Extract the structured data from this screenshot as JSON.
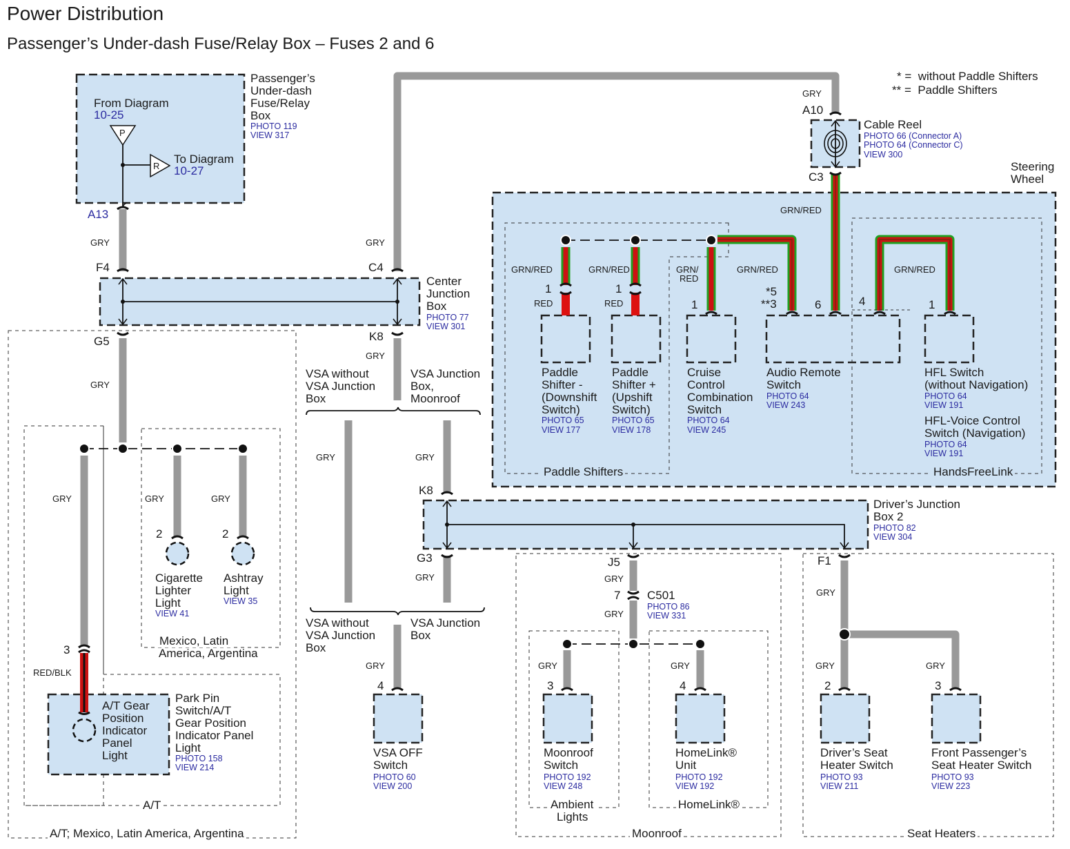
{
  "header": {
    "title": "Power Distribution",
    "subtitle": "Passenger’s Under-dash Fuse/Relay Box – Fuses 2 and 6"
  },
  "legend": {
    "single_star": "* =  without Paddle Shifters",
    "double_star": "** =  Paddle Shifters"
  },
  "colors": {
    "box_fill": "#cfe2f3",
    "wire_gray": "#999999",
    "wire_green": "#1f8f1f",
    "wire_red": "#cc1111",
    "ref_blue": "#2b2ba0"
  },
  "fuse_box": {
    "name": [
      "Passenger’s",
      "Under-dash",
      "Fuse/Relay",
      "Box"
    ],
    "photo": "PHOTO 119",
    "view": "VIEW 317",
    "from_label": "From Diagram",
    "from_ref": "10-25",
    "to_label": "To Diagram",
    "to_ref": "10-27",
    "source_symbol": "P",
    "dest_symbol": "R",
    "out_pin": "A13"
  },
  "center_junction_box": {
    "name": [
      "Center",
      "Junction",
      "Box"
    ],
    "photo": "PHOTO 77",
    "view": "VIEW 301",
    "pins": {
      "in_left": "F4",
      "in_right": "C4",
      "out_left": "G5",
      "out_right": "K8"
    }
  },
  "cable_reel": {
    "name": "Cable Reel",
    "photo_a": "PHOTO 66 (Connector A)",
    "photo_c": "PHOTO 64 (Connector C)",
    "view": "VIEW 300",
    "pin_in": "A10",
    "pin_out": "C3"
  },
  "steering_wheel": {
    "label": [
      "Steering",
      "Wheel"
    ],
    "groups": {
      "paddle": "Paddle Shifters",
      "hfl": "HandsFreeLink"
    },
    "components": [
      {
        "id": "paddle-down",
        "name": [
          "Paddle",
          "Shifter -",
          "(Downshift",
          "Switch)"
        ],
        "photo": "PHOTO 65",
        "view": "VIEW 177",
        "pin": "1",
        "wire_in": "GRN/RED",
        "wire_out": "RED"
      },
      {
        "id": "paddle-up",
        "name": [
          "Paddle",
          "Shifter +",
          "(Upshift",
          "Switch)"
        ],
        "photo": "PHOTO 65",
        "view": "VIEW 178",
        "pin": "1",
        "wire_in": "GRN/RED",
        "wire_out": "RED"
      },
      {
        "id": "cruise",
        "name": [
          "Cruise",
          "Control",
          "Combination",
          "Switch"
        ],
        "photo": "PHOTO 64",
        "view": "VIEW 245",
        "pin": "1",
        "wire": [
          "GRN/",
          "RED"
        ]
      },
      {
        "id": "audio",
        "name": [
          "Audio Remote",
          "Switch"
        ],
        "photo": "PHOTO 64",
        "view": "VIEW 243",
        "pins": [
          "*5",
          "**3",
          "6",
          "4"
        ],
        "wire": "GRN/RED"
      },
      {
        "id": "hfl",
        "name": [
          "HFL Switch",
          "(without Navigation)"
        ],
        "photo": "PHOTO 64",
        "view": "VIEW 191",
        "pin": "1",
        "wire": "GRN/RED",
        "alt_name": [
          "HFL-Voice Control",
          "Switch (Navigation)"
        ],
        "alt_photo": "PHOTO 64",
        "alt_view": "VIEW 191"
      }
    ],
    "main_wire": "GRN/RED"
  },
  "wires": {
    "gry": "GRY",
    "red_blk": "RED/BLK"
  },
  "left_region": {
    "outer_label": "A/T; Mexico, Latin America, Argentina",
    "at_label": "A/T",
    "mexico_label": [
      "Mexico, Latin",
      "America, Argentina"
    ],
    "cig_light": {
      "name": [
        "Cigarette",
        "Lighter",
        "Light"
      ],
      "view": "VIEW 41",
      "pin": "2"
    },
    "ashtray_light": {
      "name": [
        "Ashtray",
        "Light"
      ],
      "view": "VIEW 35",
      "pin": "2"
    },
    "gear_indicator": {
      "inner_name": [
        "A/T Gear",
        "Position",
        "Indicator",
        "Panel",
        "Light"
      ],
      "name": [
        "Park Pin",
        "Switch/A/T",
        "Gear Position",
        "Indicator Panel",
        "Light"
      ],
      "photo": "PHOTO 158",
      "view": "VIEW 214",
      "pin": "3"
    }
  },
  "vsa": {
    "upper_left": [
      "VSA without",
      "VSA Junction",
      "Box"
    ],
    "upper_right": [
      "VSA Junction",
      "Box,",
      "Moonroof"
    ],
    "lower_left": [
      "VSA without",
      "VSA Junction",
      "Box"
    ],
    "lower_right": [
      "VSA Junction",
      "Box"
    ],
    "switch": {
      "name": [
        "VSA OFF",
        "Switch"
      ],
      "photo": "PHOTO 60",
      "view": "VIEW 200",
      "pin": "4"
    }
  },
  "drivers_junction_box": {
    "name": [
      "Driver’s Junction",
      "Box 2"
    ],
    "photo": "PHOTO 82",
    "view": "VIEW 304",
    "pins": {
      "in": "K8",
      "out_g3": "G3",
      "out_j5": "J5",
      "out_f1": "F1"
    }
  },
  "moonroof": {
    "label": "Moonroof",
    "connector": {
      "name": "C501",
      "pin": "7",
      "photo": "PHOTO 86",
      "view": "VIEW 331"
    },
    "ambient_label": [
      "Ambient",
      "Lights"
    ],
    "homelink_label": "HomeLink®",
    "moonroof_switch": {
      "name": [
        "Moonroof",
        "Switch"
      ],
      "photo": "PHOTO 192",
      "view": "VIEW 248",
      "pin": "3"
    },
    "homelink_unit": {
      "name": [
        "HomeLink®",
        "Unit"
      ],
      "photo": "PHOTO 192",
      "view": "VIEW 192",
      "pin": "4"
    }
  },
  "seat_heaters": {
    "label": "Seat Heaters",
    "driver": {
      "name": [
        "Driver’s Seat",
        "Heater Switch"
      ],
      "photo": "PHOTO 93",
      "view": "VIEW 211",
      "pin": "2"
    },
    "passenger": {
      "name": [
        "Front Passenger’s",
        "Seat Heater Switch"
      ],
      "photo": "PHOTO 93",
      "view": "VIEW 223",
      "pin": "3"
    }
  }
}
